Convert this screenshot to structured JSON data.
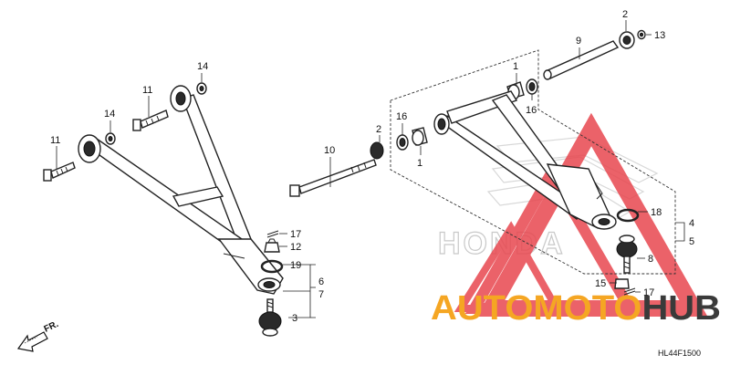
{
  "diagram": {
    "code": "HL44F1500",
    "direction_label": "FR.",
    "callouts": [
      {
        "id": "c14a",
        "label": "14"
      },
      {
        "id": "c11a",
        "label": "11"
      },
      {
        "id": "c14b",
        "label": "14"
      },
      {
        "id": "c11b",
        "label": "11"
      },
      {
        "id": "c17a",
        "label": "17"
      },
      {
        "id": "c12",
        "label": "12"
      },
      {
        "id": "c19",
        "label": "19"
      },
      {
        "id": "c6",
        "label": "6"
      },
      {
        "id": "c7",
        "label": "7"
      },
      {
        "id": "c3",
        "label": "3"
      },
      {
        "id": "c10",
        "label": "10"
      },
      {
        "id": "c2a",
        "label": "2"
      },
      {
        "id": "c16a",
        "label": "16"
      },
      {
        "id": "c1a",
        "label": "1"
      },
      {
        "id": "c1b",
        "label": "1"
      },
      {
        "id": "c16b",
        "label": "16"
      },
      {
        "id": "c9",
        "label": "9"
      },
      {
        "id": "c2b",
        "label": "2"
      },
      {
        "id": "c13",
        "label": "13"
      },
      {
        "id": "c18",
        "label": "18"
      },
      {
        "id": "c4",
        "label": "4"
      },
      {
        "id": "c5",
        "label": "5"
      },
      {
        "id": "c8",
        "label": "8"
      },
      {
        "id": "c15",
        "label": "15"
      },
      {
        "id": "c17b",
        "label": "17"
      }
    ]
  },
  "watermark": {
    "brand_part1": "AUTO",
    "brand_part2": "MOTO",
    "brand_part3": "HUB",
    "honda_text": "HONDA",
    "colors": {
      "orange": "#f5a623",
      "red": "#e8474f",
      "dark": "#3a3a3a"
    }
  }
}
